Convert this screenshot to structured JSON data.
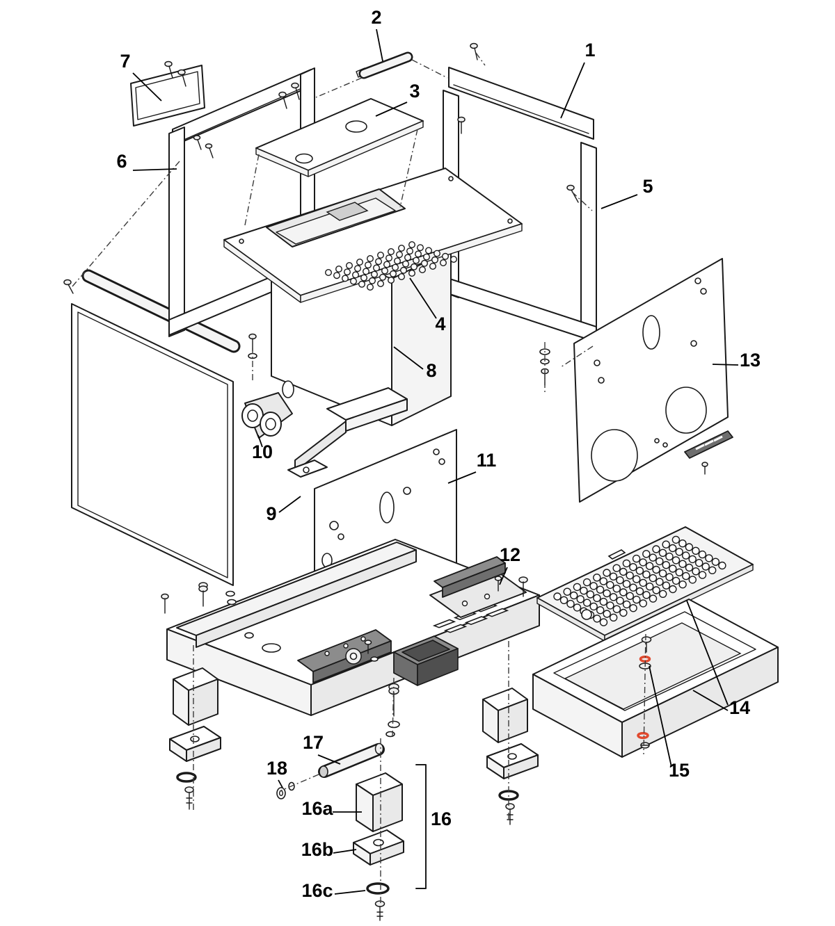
{
  "figure": {
    "type": "exploded-parts-diagram"
  },
  "colors": {
    "background": "#ffffff",
    "line": "#1a1a1a",
    "accent": "#e0492e"
  },
  "callouts": {
    "c1": "1",
    "c2": "2",
    "c3": "3",
    "c4": "4",
    "c5": "5",
    "c6": "6",
    "c7": "7",
    "c8": "8",
    "c9": "9",
    "c10": "10",
    "c11": "11",
    "c12": "12",
    "c13": "13",
    "c14": "14",
    "c15": "15",
    "c16": "16",
    "c16a": "16a",
    "c16b": "16b",
    "c16c": "16c",
    "c17": "17",
    "c18": "18"
  }
}
